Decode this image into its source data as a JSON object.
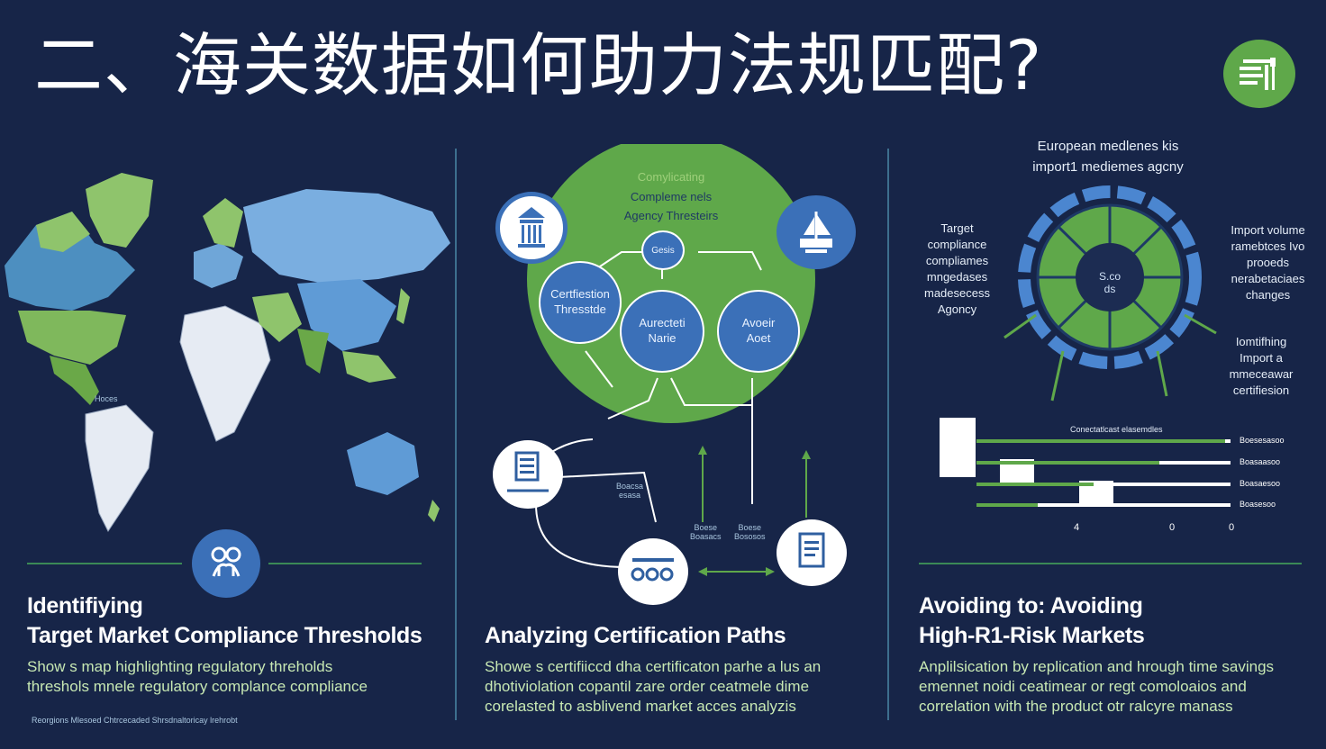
{
  "title": "二、海关数据如何助力法规匹配?",
  "icons": {
    "logo": "checklist-icon",
    "map_medallion": "network-knot-icon",
    "building": "government-building-icon",
    "ship": "cargo-ship-icon",
    "document": "document-stack-icon",
    "workflow": "workflow-nodes-icon",
    "clipboard": "clipboard-icon"
  },
  "colors": {
    "background": "#172548",
    "accent_green": "#5fa84a",
    "accent_blue": "#3b70b8",
    "light_blue": "#7aaee0",
    "pale_green": "#c7e8b3"
  },
  "panel1": {
    "map_label": "Hoces",
    "heading_line1": "Identifiying",
    "heading_line2": "Target Market Compliance Thresholds",
    "desc_line1": "Show s map highlighting regulatory threholds",
    "desc_line2": "threshols mnele regulatory complance compliance",
    "footnote": "Reorgions Mlesoed Chtrcecaded Shrsdnaltoricay lrehrobt"
  },
  "panel2": {
    "big_circle_line1": "Comylicating",
    "big_circle_line2": "Compleme nels",
    "big_circle_line3": "Agency Thresteirs",
    "node_top": "Gesis",
    "node_left_line1": "Certfiestion",
    "node_left_line2": "Thresstde",
    "node_mid_line1": "Aurecteti",
    "node_mid_line2": "Narie",
    "node_right_line1": "Avoeir",
    "node_right_line2": "Aoet",
    "label_a_line1": "Boacsa",
    "label_a_line2": "esasa",
    "label_b_line1": "Boese",
    "label_b_line2": "Boasacs",
    "label_c_line1": "Boese",
    "label_c_line2": "Bososos",
    "heading": "Analyzing Certification Paths",
    "desc_line1": "Showe s certifiiccd dha certificaton parhe a lus an",
    "desc_line2": "dhotiviolation copantil zare order ceatmele dime",
    "desc_line3": "corelasted to asblivend market acces analyzis"
  },
  "panel3": {
    "top_line1": "European medlenes kis",
    "top_line2": "import1 mediemes agcny",
    "donut_center_line1": "S.co",
    "donut_center_line2": "ds",
    "left_label": [
      "Target",
      "compliance",
      "compliames",
      "mngedases",
      "madesecess",
      "Agoncy"
    ],
    "right_top_label": [
      "Import volume",
      "ramebtces Ivo",
      "prooeds",
      "nerabetaciaes",
      "changes"
    ],
    "right_bottom_label": [
      "Iomtifhing",
      "Import a",
      "mmeceawar",
      "certifiesion"
    ],
    "bar_chart_title": "Conectatlcast elasemdles",
    "bars": [
      {
        "label": "Boesesasoo",
        "value": 0.98
      },
      {
        "label": "Boasaasoo",
        "value": 0.72
      },
      {
        "label": "Boasaesoo",
        "value": 0.46
      },
      {
        "label": "Boasesoo",
        "value": 0.24
      }
    ],
    "axis_ticks": [
      "4",
      "0",
      "0"
    ],
    "heading_line1": "Avoiding to: Avoiding",
    "heading_line2": "High-R1-Risk  Markets",
    "desc_line1": "Anplilsication by replication and hrough time savings",
    "desc_line2": "emennet noidi ceatimear or regt comoloaios and",
    "desc_line3": "correlation with the product otr ralcyre manass"
  }
}
